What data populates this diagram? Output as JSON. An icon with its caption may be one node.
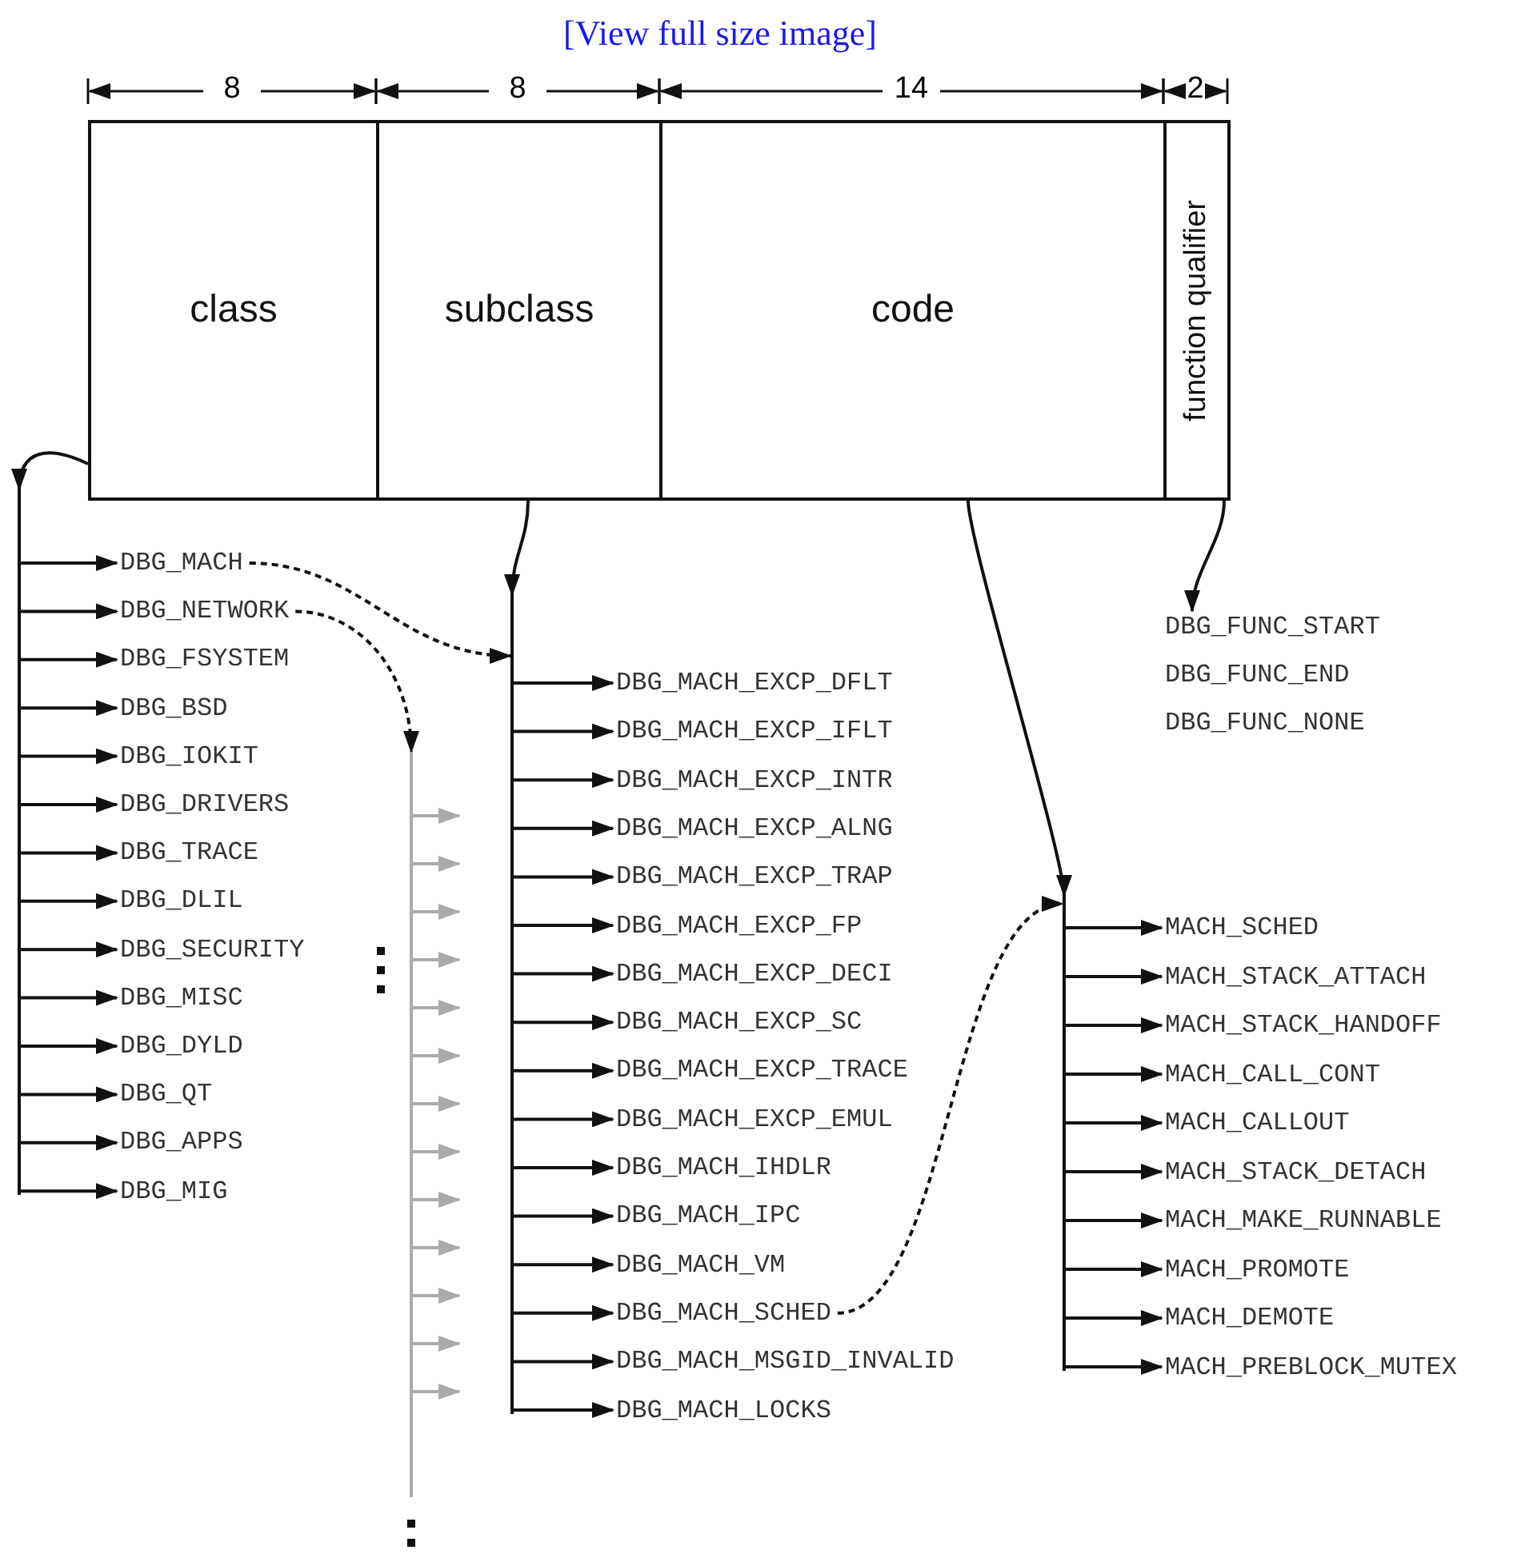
{
  "diagram": {
    "nodes": [
      {
        "text": [
          "class"
        ]
      },
      {
        "text": [
          "subclass"
        ]
      },
      {
        "text": [
          "code"
        ]
      },
      {
        "text": [
          "function qualifier"
        ]
      },
      {
        "text": [],
        "shape": "bar"
      },
      {
        "text": [
          "DBG_MACH"
        ]
      },
      {
        "text": [
          "DBG_NETWORK"
        ]
      },
      {
        "text": [
          "DBG_FSYSTEM"
        ]
      },
      {
        "text": [
          "DBG_BSD"
        ]
      },
      {
        "text": [
          "DBG_IOKIT"
        ]
      },
      {
        "text": [
          "DBG_DRIVERS"
        ]
      },
      {
        "text": [
          "DBG_TRACE"
        ]
      },
      {
        "text": [
          "DBG_DLIL"
        ]
      },
      {
        "text": [
          "DBG_SECURITY"
        ]
      },
      {
        "text": [
          "DBG_MISC"
        ]
      },
      {
        "text": [
          "DBG_DYLD"
        ]
      },
      {
        "text": [
          "DBG_QT"
        ]
      },
      {
        "text": [
          "DBG_APPS"
        ]
      },
      {
        "text": [
          "DBG_MIG"
        ]
      },
      {
        "text": [],
        "shape": "bar"
      },
      {
        "text": [],
        "shape": "bar"
      },
      {
        "text": [
          "DBG_MACH_EXCP_DFLT"
        ]
      },
      {
        "text": [
          "DBG_MACH_EXCP_IFLT"
        ]
      },
      {
        "text": [
          "DBG_MACH_EXCP_INTR"
        ]
      },
      {
        "text": [
          "DBG_MACH_EXCP_ALNG"
        ]
      },
      {
        "text": [
          "DBG_MACH_EXCP_TRAP"
        ]
      },
      {
        "text": [
          "DBG_MACH_EXCP_FP"
        ]
      },
      {
        "text": [
          "DBG_MACH_EXCP_DECI"
        ]
      },
      {
        "text": [
          "DBG_MACH_EXCP_SC"
        ]
      },
      {
        "text": [
          "DBG_MACH_EXCP_TRACE"
        ]
      },
      {
        "text": [
          "DBG_MACH_EXCP_EMUL"
        ]
      },
      {
        "text": [
          "DBG_MACH_IHDLR"
        ]
      },
      {
        "text": [
          "DBG_MACH_IPC"
        ]
      },
      {
        "text": [
          "DBG_MACH_VM"
        ]
      },
      {
        "text": [
          "DBG_MACH_SCHED"
        ]
      },
      {
        "text": [
          "DBG_MACH_MSGID_INVALID"
        ]
      },
      {
        "text": [
          "DBG_MACH_LOCKS"
        ]
      },
      {
        "text": [
          "DBG_FUNC_START"
        ]
      },
      {
        "text": [
          "DBG_FUNC_END"
        ]
      },
      {
        "text": [
          "DBG_FUNC_NONE"
        ]
      },
      {
        "text": [],
        "shape": "bar"
      },
      {
        "text": [
          "MACH_SCHED"
        ]
      },
      {
        "text": [
          "MACH_STACK_ATTACH"
        ]
      },
      {
        "text": [
          "MACH_STACK_HANDOFF"
        ]
      },
      {
        "text": [
          "MACH_CALL_CONT"
        ]
      },
      {
        "text": [
          "MACH_CALLOUT"
        ]
      },
      {
        "text": [
          "MACH_STACK_DETACH"
        ]
      },
      {
        "text": [
          "MACH_MAKE_RUNNABLE"
        ]
      },
      {
        "text": [
          "MACH_PROMOTE"
        ]
      },
      {
        "text": [
          "MACH_DEMOTE"
        ]
      },
      {
        "text": [
          "MACH_PREBLOCK_MUTEX"
        ]
      }
    ],
    "edges": [
      {
        "from": 0,
        "to": 4,
        "arrow": "to"
      },
      {
        "from": 4,
        "to": 5,
        "arrow": "to"
      },
      {
        "from": 4,
        "to": 6,
        "arrow": "to"
      },
      {
        "from": 4,
        "to": 7,
        "arrow": "to"
      },
      {
        "from": 4,
        "to": 8,
        "arrow": "to"
      },
      {
        "from": 4,
        "to": 9,
        "arrow": "to"
      },
      {
        "from": 4,
        "to": 10,
        "arrow": "to"
      },
      {
        "from": 4,
        "to": 11,
        "arrow": "to"
      },
      {
        "from": 4,
        "to": 12,
        "arrow": "to"
      },
      {
        "from": 4,
        "to": 13,
        "arrow": "to"
      },
      {
        "from": 4,
        "to": 14,
        "arrow": "to"
      },
      {
        "from": 4,
        "to": 15,
        "arrow": "to"
      },
      {
        "from": 4,
        "to": 16,
        "arrow": "to"
      },
      {
        "from": 4,
        "to": 17,
        "arrow": "to"
      },
      {
        "from": 4,
        "to": 18,
        "arrow": "to"
      },
      {
        "from": 1,
        "to": 20,
        "arrow": "to"
      },
      {
        "from": 20,
        "to": 21,
        "arrow": "to"
      },
      {
        "from": 20,
        "to": 22,
        "arrow": "to"
      },
      {
        "from": 20,
        "to": 23,
        "arrow": "to"
      },
      {
        "from": 20,
        "to": 24,
        "arrow": "to"
      },
      {
        "from": 20,
        "to": 25,
        "arrow": "to"
      },
      {
        "from": 20,
        "to": 26,
        "arrow": "to"
      },
      {
        "from": 20,
        "to": 27,
        "arrow": "to"
      },
      {
        "from": 20,
        "to": 28,
        "arrow": "to"
      },
      {
        "from": 20,
        "to": 29,
        "arrow": "to"
      },
      {
        "from": 20,
        "to": 30,
        "arrow": "to"
      },
      {
        "from": 20,
        "to": 31,
        "arrow": "to"
      },
      {
        "from": 20,
        "to": 32,
        "arrow": "to"
      },
      {
        "from": 20,
        "to": 33,
        "arrow": "to"
      },
      {
        "from": 20,
        "to": 34,
        "arrow": "to"
      },
      {
        "from": 20,
        "to": 35,
        "arrow": "to"
      },
      {
        "from": 20,
        "to": 36,
        "arrow": "to"
      },
      {
        "from": 3,
        "to": 37,
        "arrow": "to"
      },
      {
        "from": 2,
        "to": 40,
        "arrow": "to"
      },
      {
        "from": 40,
        "to": 41,
        "arrow": "to"
      },
      {
        "from": 40,
        "to": 42,
        "arrow": "to"
      },
      {
        "from": 40,
        "to": 43,
        "arrow": "to"
      },
      {
        "from": 40,
        "to": 44,
        "arrow": "to"
      },
      {
        "from": 40,
        "to": 45,
        "arrow": "to"
      },
      {
        "from": 40,
        "to": 46,
        "arrow": "to"
      },
      {
        "from": 40,
        "to": 47,
        "arrow": "to"
      },
      {
        "from": 40,
        "to": 48,
        "arrow": "to"
      },
      {
        "from": 40,
        "to": 49,
        "arrow": "to"
      },
      {
        "from": 40,
        "to": 50,
        "arrow": "to"
      },
      {
        "from": 5,
        "to": 20,
        "arrow": "to",
        "style": "dashed"
      },
      {
        "from": 6,
        "to": 19,
        "arrow": "to",
        "style": "dashed"
      },
      {
        "from": 34,
        "to": 40,
        "arrow": "to",
        "style": "dashed"
      },
      {
        "from": 19,
        "to": null,
        "arrow": "to",
        "color": "#aaaaaa"
      },
      {
        "from": 19,
        "to": null,
        "arrow": "to",
        "color": "#aaaaaa"
      },
      {
        "from": 19,
        "to": null,
        "arrow": "to",
        "color": "#aaaaaa"
      },
      {
        "from": 19,
        "to": null,
        "arrow": "to",
        "color": "#aaaaaa"
      },
      {
        "from": 19,
        "to": null,
        "arrow": "to",
        "color": "#aaaaaa"
      },
      {
        "from": 19,
        "to": null,
        "arrow": "to",
        "color": "#aaaaaa"
      },
      {
        "from": 19,
        "to": null,
        "arrow": "to",
        "color": "#aaaaaa"
      },
      {
        "from": 19,
        "to": null,
        "arrow": "to",
        "color": "#aaaaaa"
      },
      {
        "from": 19,
        "to": null,
        "arrow": "to",
        "color": "#aaaaaa"
      },
      {
        "from": 19,
        "to": null,
        "arrow": "to",
        "color": "#aaaaaa"
      },
      {
        "from": 19,
        "to": null,
        "arrow": "to",
        "color": "#aaaaaa"
      },
      {
        "from": 19,
        "to": null,
        "arrow": "to",
        "color": "#aaaaaa"
      },
      {
        "from": 19,
        "to": null,
        "arrow": "to",
        "color": "#aaaaaa"
      }
    ],
    "labels": [
      "[View full size image]",
      "8",
      "8",
      "14",
      "2"
    ]
  }
}
